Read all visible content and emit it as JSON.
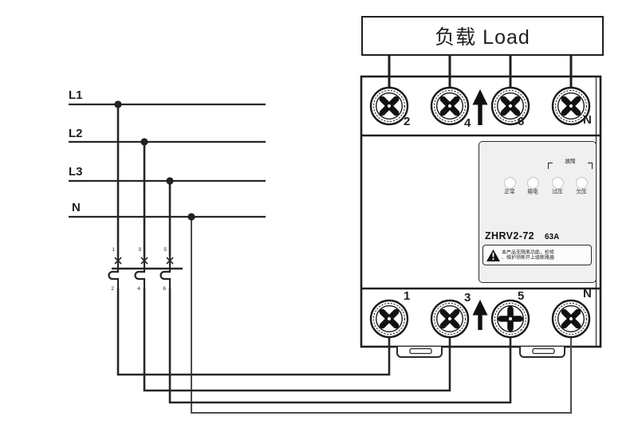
{
  "colors": {
    "ink": "#222222",
    "wire": "#262626",
    "neutral_wire": "#4d4d4d",
    "panel_bg": "#f0f0f0",
    "led_fill": "#ffffff"
  },
  "load_box": {
    "label": "负载 Load"
  },
  "supply_lines": [
    {
      "label": "L1"
    },
    {
      "label": "L2"
    },
    {
      "label": "L3"
    },
    {
      "label": "N"
    }
  ],
  "breaker": {
    "top_terminal_numbers": [
      "1",
      "3",
      "5"
    ],
    "bottom_terminal_numbers": [
      "2",
      "4",
      "6"
    ]
  },
  "device": {
    "top_terminal_labels": [
      "2",
      "4",
      "6",
      "N"
    ],
    "bottom_terminal_labels": [
      "1",
      "3",
      "5",
      "N"
    ],
    "panel": {
      "model": "ZHRV2-72",
      "current_rating": "63A",
      "indicator_group_label": "故障",
      "indicators": [
        {
          "label": "正常"
        },
        {
          "label": "输电"
        },
        {
          "label": "过压"
        },
        {
          "label": "欠压"
        }
      ],
      "warning_line1": "本产品无隔离功能，检修",
      "warning_line2": "、维护须断开上级断路器"
    }
  }
}
